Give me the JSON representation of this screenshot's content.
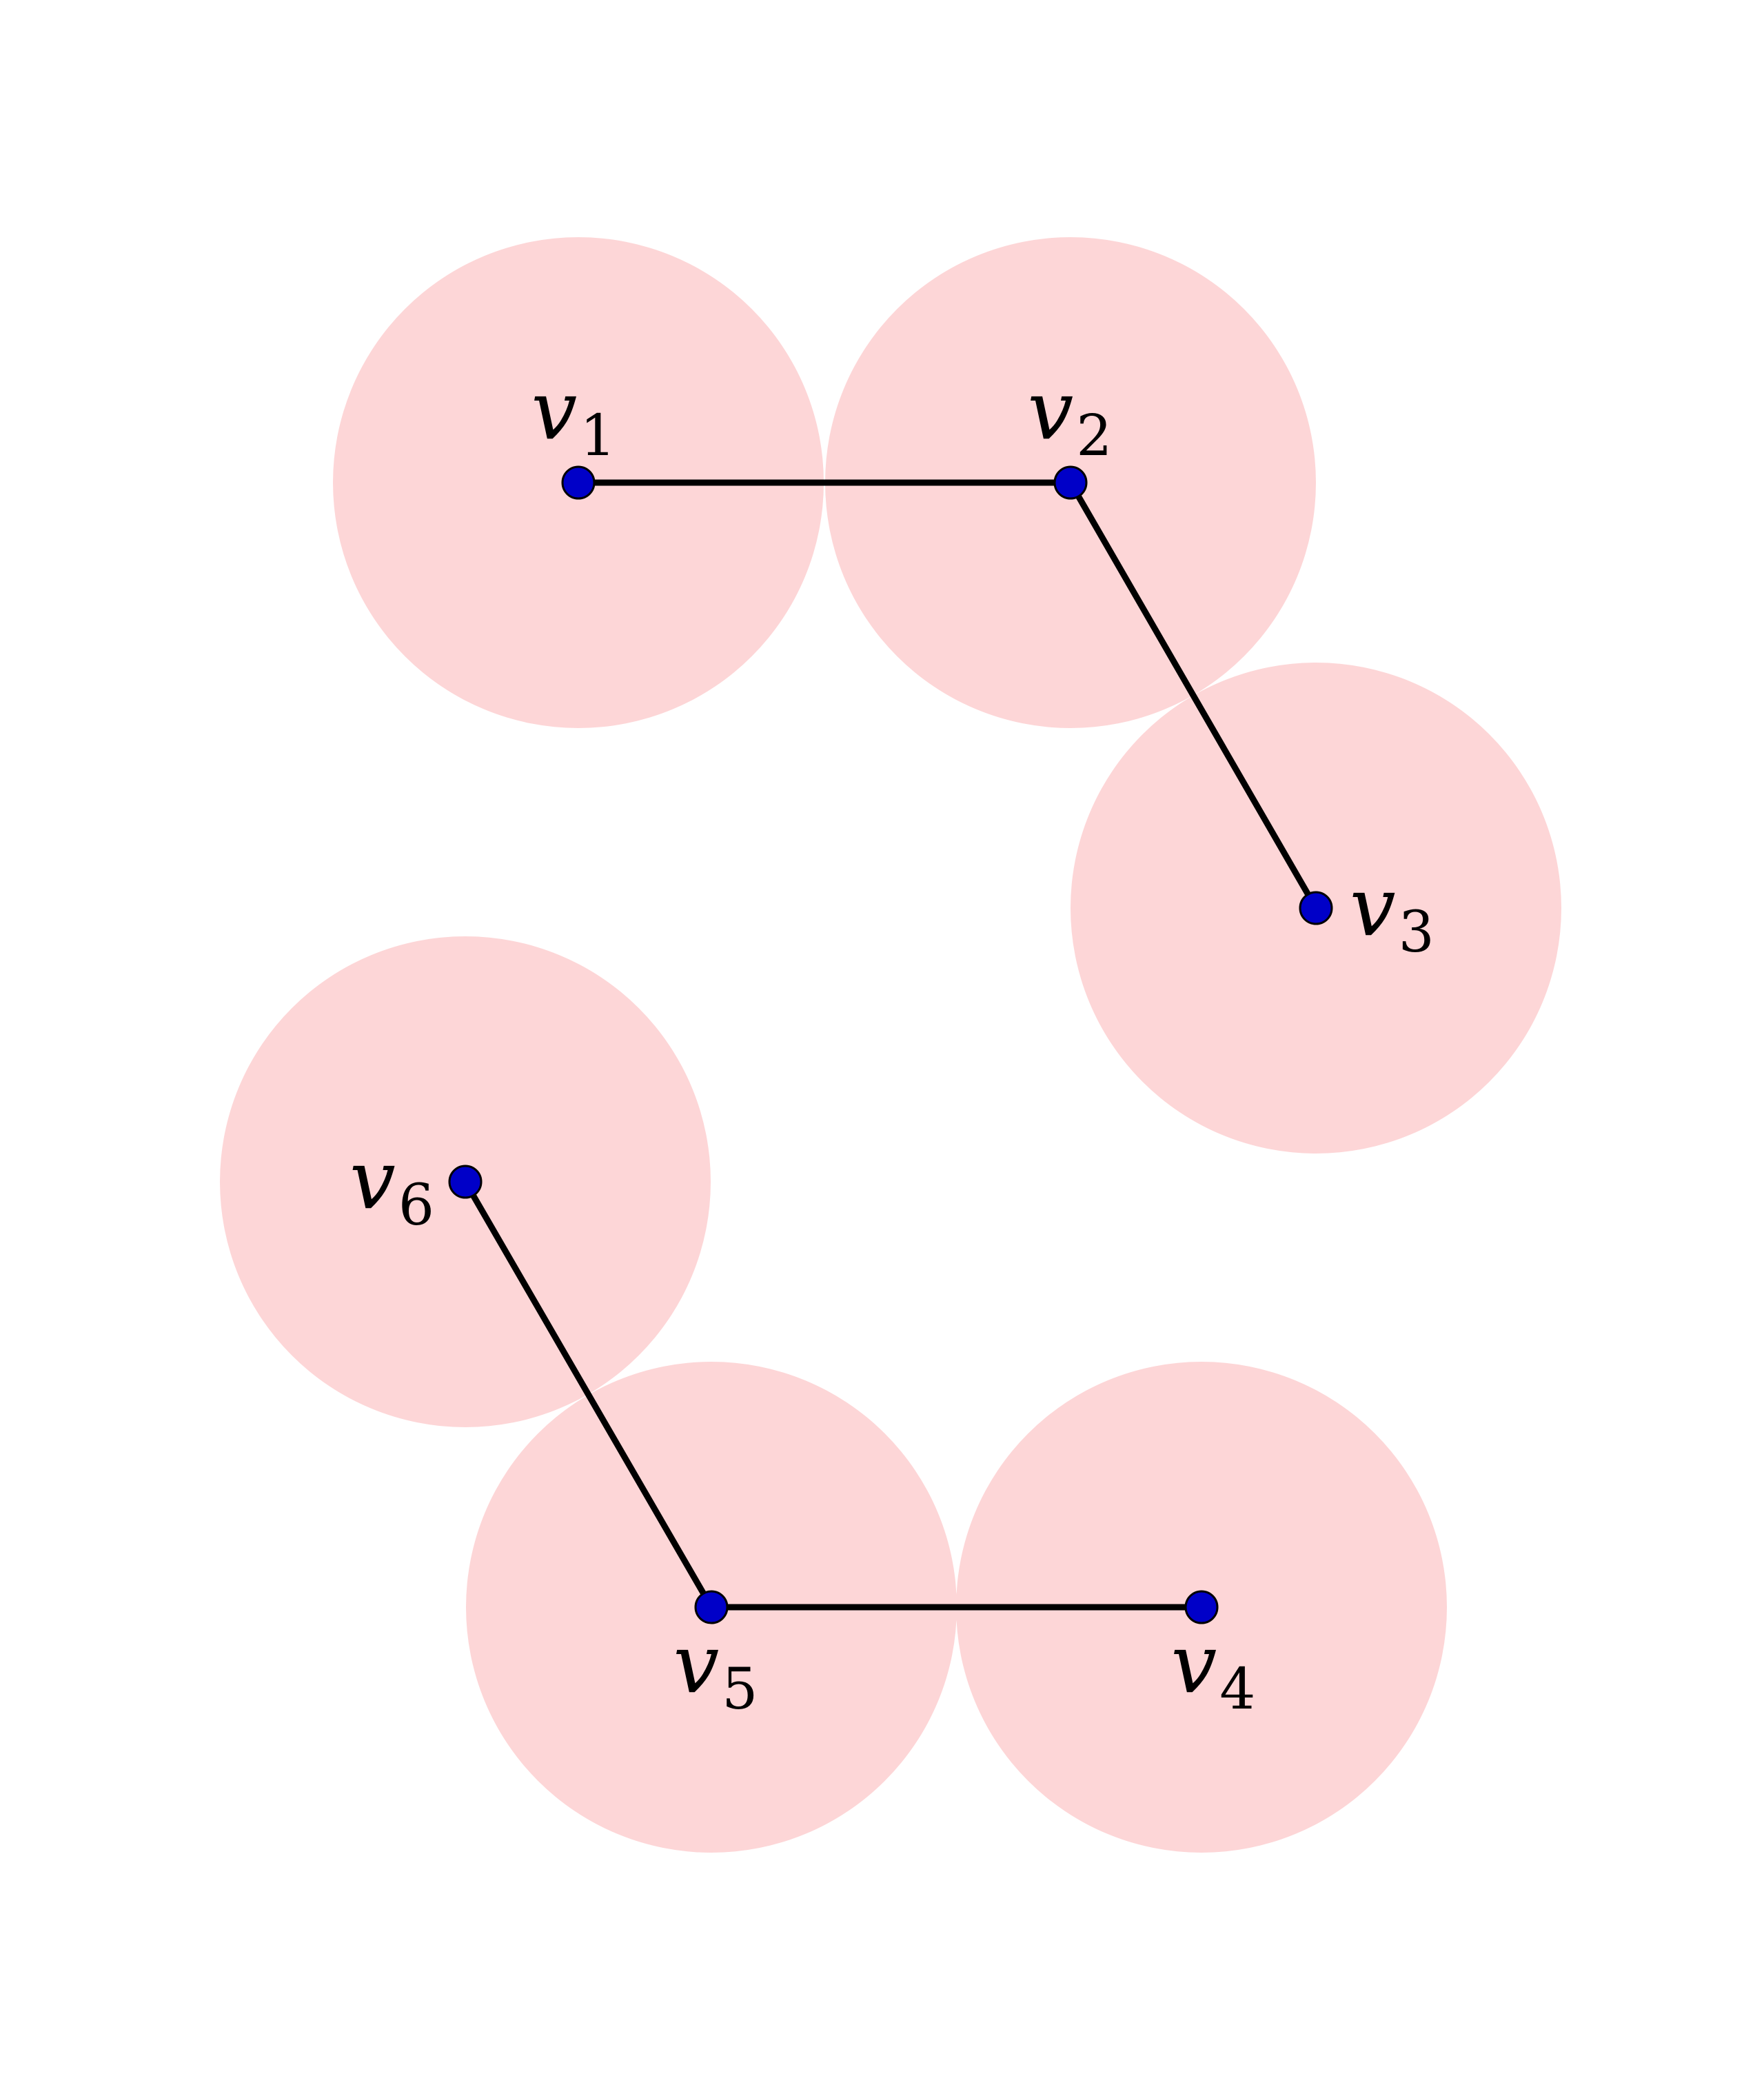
{
  "diagram": {
    "colors": {
      "disk": "#fdd6d7",
      "edge": "#000000",
      "vertex": "#0000c8",
      "vertex_outline": "#000000",
      "background": "#ffffff"
    },
    "vertices": [
      {
        "id": "v1",
        "letter": "v",
        "sub": "1"
      },
      {
        "id": "v2",
        "letter": "v",
        "sub": "2"
      },
      {
        "id": "v3",
        "letter": "v",
        "sub": "3"
      },
      {
        "id": "v4",
        "letter": "v",
        "sub": "4"
      },
      {
        "id": "v5",
        "letter": "v",
        "sub": "5"
      },
      {
        "id": "v6",
        "letter": "v",
        "sub": "6"
      }
    ],
    "edges": [
      [
        "v1",
        "v2"
      ],
      [
        "v2",
        "v3"
      ],
      [
        "v6",
        "v5"
      ],
      [
        "v5",
        "v4"
      ]
    ]
  }
}
